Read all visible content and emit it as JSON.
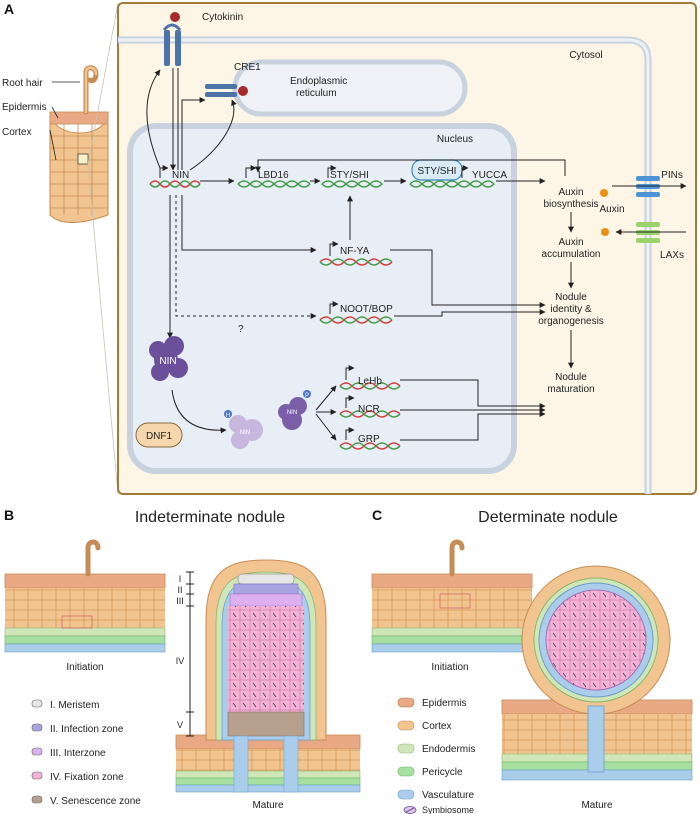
{
  "panels": {
    "a": "A",
    "b": "B",
    "c": "C"
  },
  "tissue": {
    "root_hair": "Root hair",
    "epidermis": "Epidermis",
    "cortex": "Cortex"
  },
  "cell": {
    "cytokinin": "Cytokinin",
    "cre1": "CRE1",
    "cytosol": "Cytosol",
    "er_line1": "Endoplasmic",
    "er_line2": "reticulum",
    "nucleus": "Nucleus",
    "nin": "NIN",
    "lbd16": "LBD16",
    "sty_shi_1": "STY/SHI",
    "sty_shi_2": "STY/SHI",
    "yucca": "YUCCA",
    "nf_ya": "NF-YA",
    "noot_bop": "NOOT/BOP",
    "question": "?",
    "nin_protein": "NIN",
    "dnf1": "DNF1",
    "nin_small_1": "NIN",
    "nin_small_2": "NIN",
    "lehb": "LeHb",
    "ncr": "NCR",
    "grp": "GRP",
    "auxin_bio_1": "Auxin",
    "auxin_bio_2": "biosynthesis",
    "auxin_acc_1": "Auxin",
    "auxin_acc_2": "accumulation",
    "nod_id_1": "Nodule",
    "nod_id_2": "identity &",
    "nod_id_3": "organogenesis",
    "nod_mat_1": "Nodule",
    "nod_mat_2": "maturation",
    "auxin": "Auxin",
    "pins": "PINs",
    "laxs": "LAXs",
    "mod_h": "H",
    "mod_p": "P"
  },
  "panel_b": {
    "title": "Indeterminate nodule",
    "initiation": "Initiation",
    "mature": "Mature",
    "zone_ticks": [
      "I",
      "II",
      "III",
      "IV",
      "V"
    ],
    "legend": [
      "I. Meristem",
      "II. Infection zone",
      "III. Interzone",
      "IV. Fixation zone",
      "V. Senescence zone"
    ]
  },
  "panel_c": {
    "title": "Determinate nodule",
    "initiation": "Initiation",
    "mature": "Mature",
    "legend": [
      "Epidermis",
      "Cortex",
      "Endodermis",
      "Pericycle",
      "Vasculature",
      "Symbiosome"
    ]
  },
  "colors": {
    "frame": "#a47a3b",
    "cytosol_bg": "#fdf6e6",
    "nucleus_bg": "#e8eef6",
    "membrane": "#c7d2de",
    "dna_red": "#d43a3a",
    "dna_green": "#3f9b45",
    "nin_purple": "#6a4f9b",
    "cortex_tan": "#f2c48f",
    "epidermis_red": "#e39a80",
    "endodermis": "#cfe6b8",
    "pericycle": "#a6e0a0",
    "vasculature": "#a9cdea",
    "meristem": "#e6e6e6",
    "infection": "#a9a5e3",
    "interzone": "#dcb0ee",
    "fixation": "#f4b3d6",
    "senescence": "#b7a08e",
    "pin_blue": "#4d93d6",
    "lax_green": "#9bd36a",
    "auxin_orange": "#ef8f12"
  }
}
